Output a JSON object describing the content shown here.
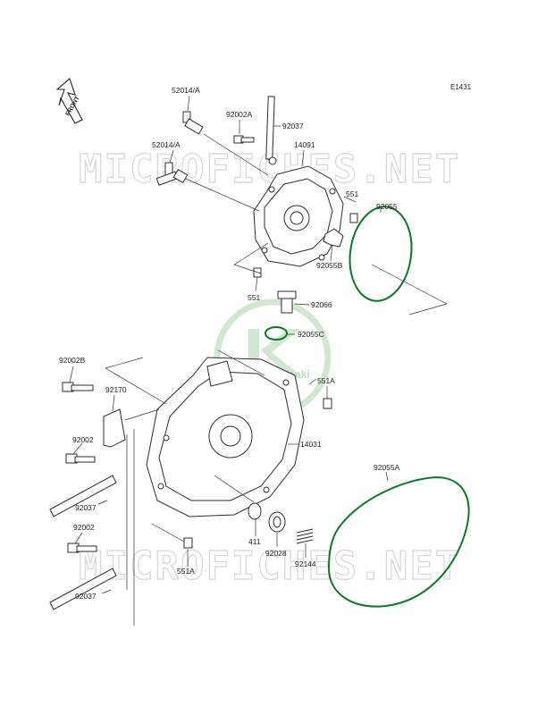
{
  "diagram": {
    "code": "E1431",
    "front_label": "FRONT",
    "watermark": "MICROFICHES.NET",
    "logo_text": "Kawasaki",
    "callouts": [
      {
        "id": "52014a-top",
        "text": "52014/A"
      },
      {
        "id": "92002a",
        "text": "92002A"
      },
      {
        "id": "92037-top",
        "text": "92037"
      },
      {
        "id": "52014a-mid",
        "text": "52014/A"
      },
      {
        "id": "14091",
        "text": "14091"
      },
      {
        "id": "551-top",
        "text": "551"
      },
      {
        "id": "92055",
        "text": "92055"
      },
      {
        "id": "92055b",
        "text": "92055B"
      },
      {
        "id": "551-mid",
        "text": "551"
      },
      {
        "id": "92066",
        "text": "92066"
      },
      {
        "id": "92055c",
        "text": "92055C"
      },
      {
        "id": "92002b",
        "text": "92002B"
      },
      {
        "id": "92170",
        "text": "92170"
      },
      {
        "id": "551a-right",
        "text": "551A"
      },
      {
        "id": "92002-a",
        "text": "92002"
      },
      {
        "id": "14031",
        "text": "14031"
      },
      {
        "id": "92037-mid",
        "text": "92037"
      },
      {
        "id": "92055a",
        "text": "92055A"
      },
      {
        "id": "411",
        "text": "411"
      },
      {
        "id": "92028",
        "text": "92028"
      },
      {
        "id": "92144",
        "text": "92144"
      },
      {
        "id": "92002-b",
        "text": "92002"
      },
      {
        "id": "551a-bottom",
        "text": "551A"
      },
      {
        "id": "92037-bottom",
        "text": "92037"
      }
    ]
  }
}
